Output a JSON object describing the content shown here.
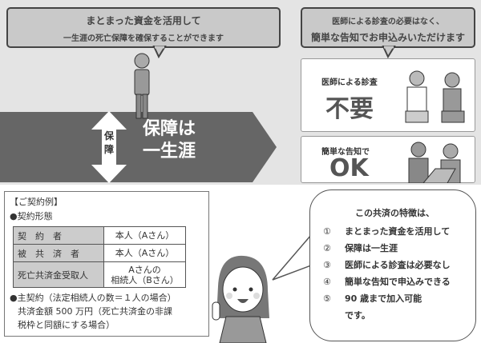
{
  "left_bubble": {
    "line1": "まとまった資金を活用して",
    "line2": "一生涯の死亡保障を確保することができます"
  },
  "arrow": {
    "side_label_1": "保",
    "side_label_2": "障",
    "main_line1": "保障は",
    "main_line2": "一生涯"
  },
  "right_bubble": {
    "line1": "医師による診査の必要はなく、",
    "line2": "簡単な告知でお申込みいただけます"
  },
  "card1": {
    "small": "医師による診査",
    "big": "不要"
  },
  "card2": {
    "small": "簡単な告知で",
    "big": "OK"
  },
  "contract": {
    "title": "【ご契約例】",
    "form_heading": "●契約形態",
    "rows": [
      {
        "label": "契　約　者",
        "value": "本人（Aさん）"
      },
      {
        "label": "被　共　済　者",
        "value": "本人（Aさん）"
      },
      {
        "label": "死亡共済金受取人",
        "value1": "Aさんの",
        "value2": "相続人（Bさん）"
      }
    ],
    "main_line1": "●主契約（法定相続人の数＝１人の場合）",
    "main_line2": "共済金額 500 万円（死亡共済金の非課",
    "main_line3": "税枠と同額にする場合）"
  },
  "features": {
    "title": "この共済の特徴は、",
    "items": [
      {
        "num": "①",
        "text": "まとまった資金を活用して"
      },
      {
        "num": "②",
        "text": "保障は一生涯"
      },
      {
        "num": "③",
        "text": "医師による診査は必要なし"
      },
      {
        "num": "④",
        "text": "簡単な告知で申込みできる"
      },
      {
        "num": "⑤",
        "text": "90 歳まで加入可能"
      }
    ],
    "closing": "です。"
  }
}
